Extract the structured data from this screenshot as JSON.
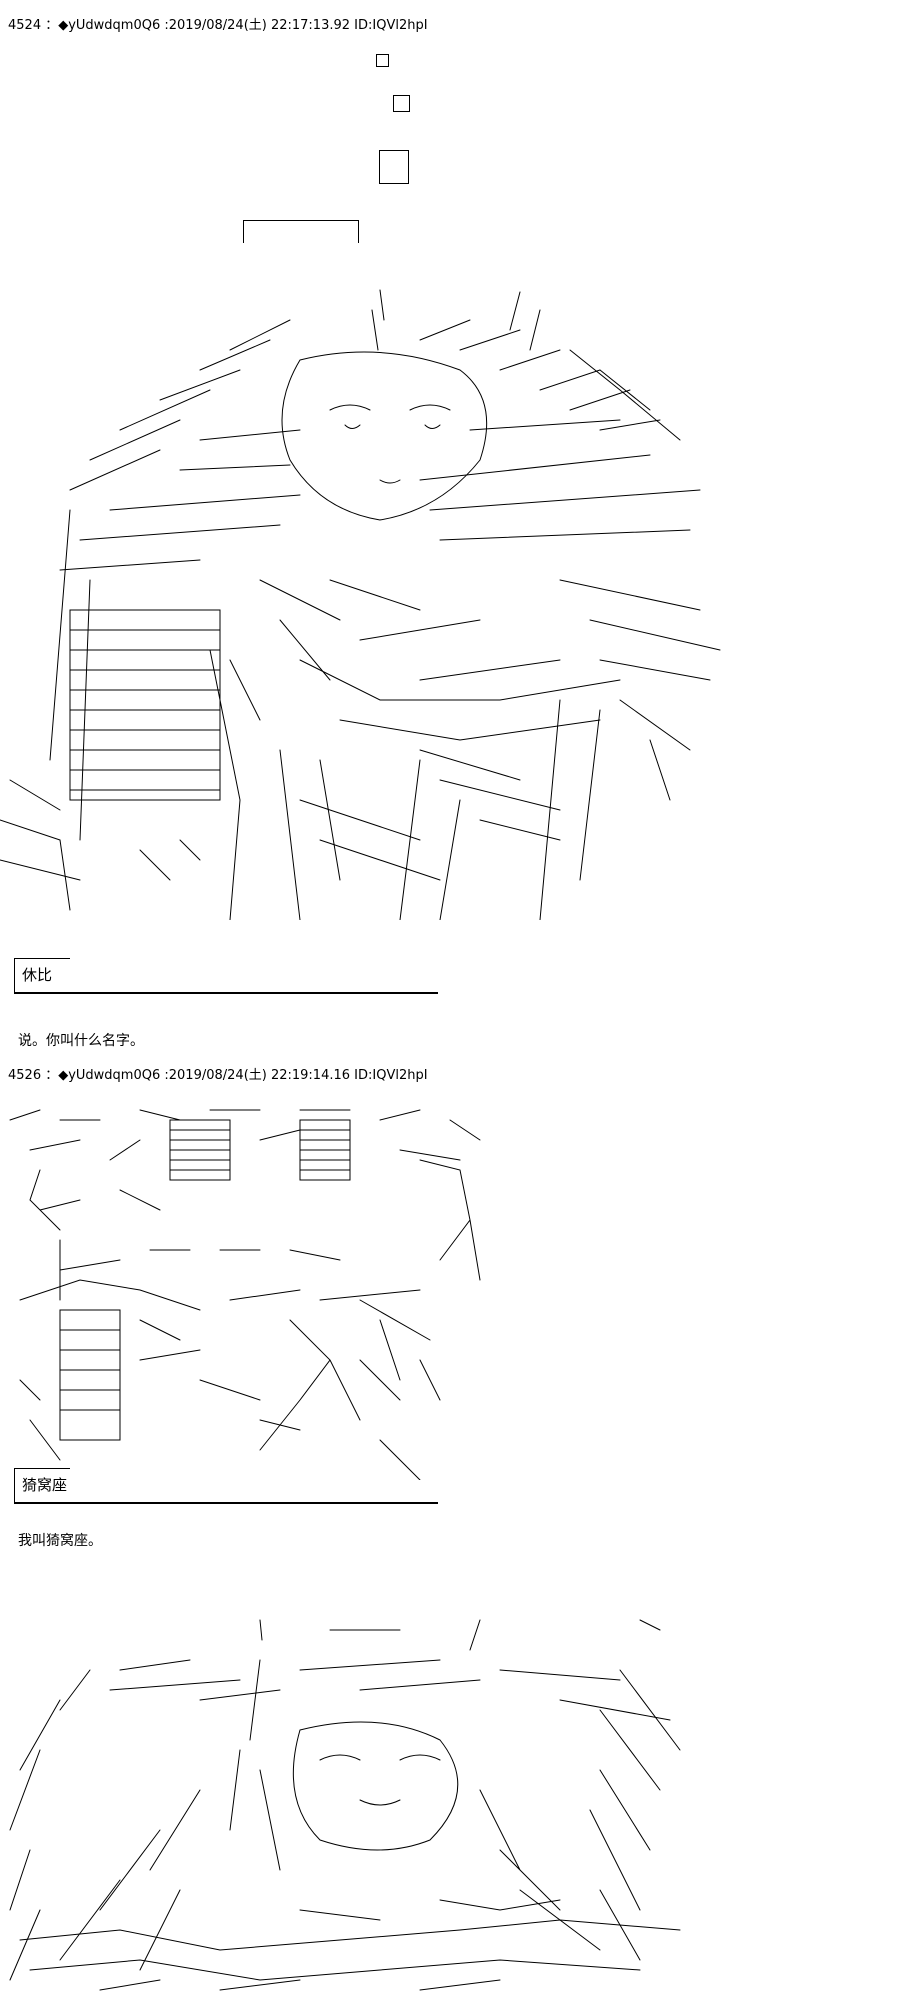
{
  "posts": [
    {
      "header": "4524 ：◆yUdwdqm0Q6 :2019/08/24(土) 22:17:13.92 ID:IQVl2hpI",
      "speaker": "休比",
      "speech": "说。你叫什么名字。"
    },
    {
      "header": "4526 ：◆yUdwdqm0Q6 :2019/08/24(土) 22:19:14.16 ID:IQVl2hpI",
      "speaker": "猗窝座",
      "speech": "我叫猗窝座。"
    }
  ]
}
